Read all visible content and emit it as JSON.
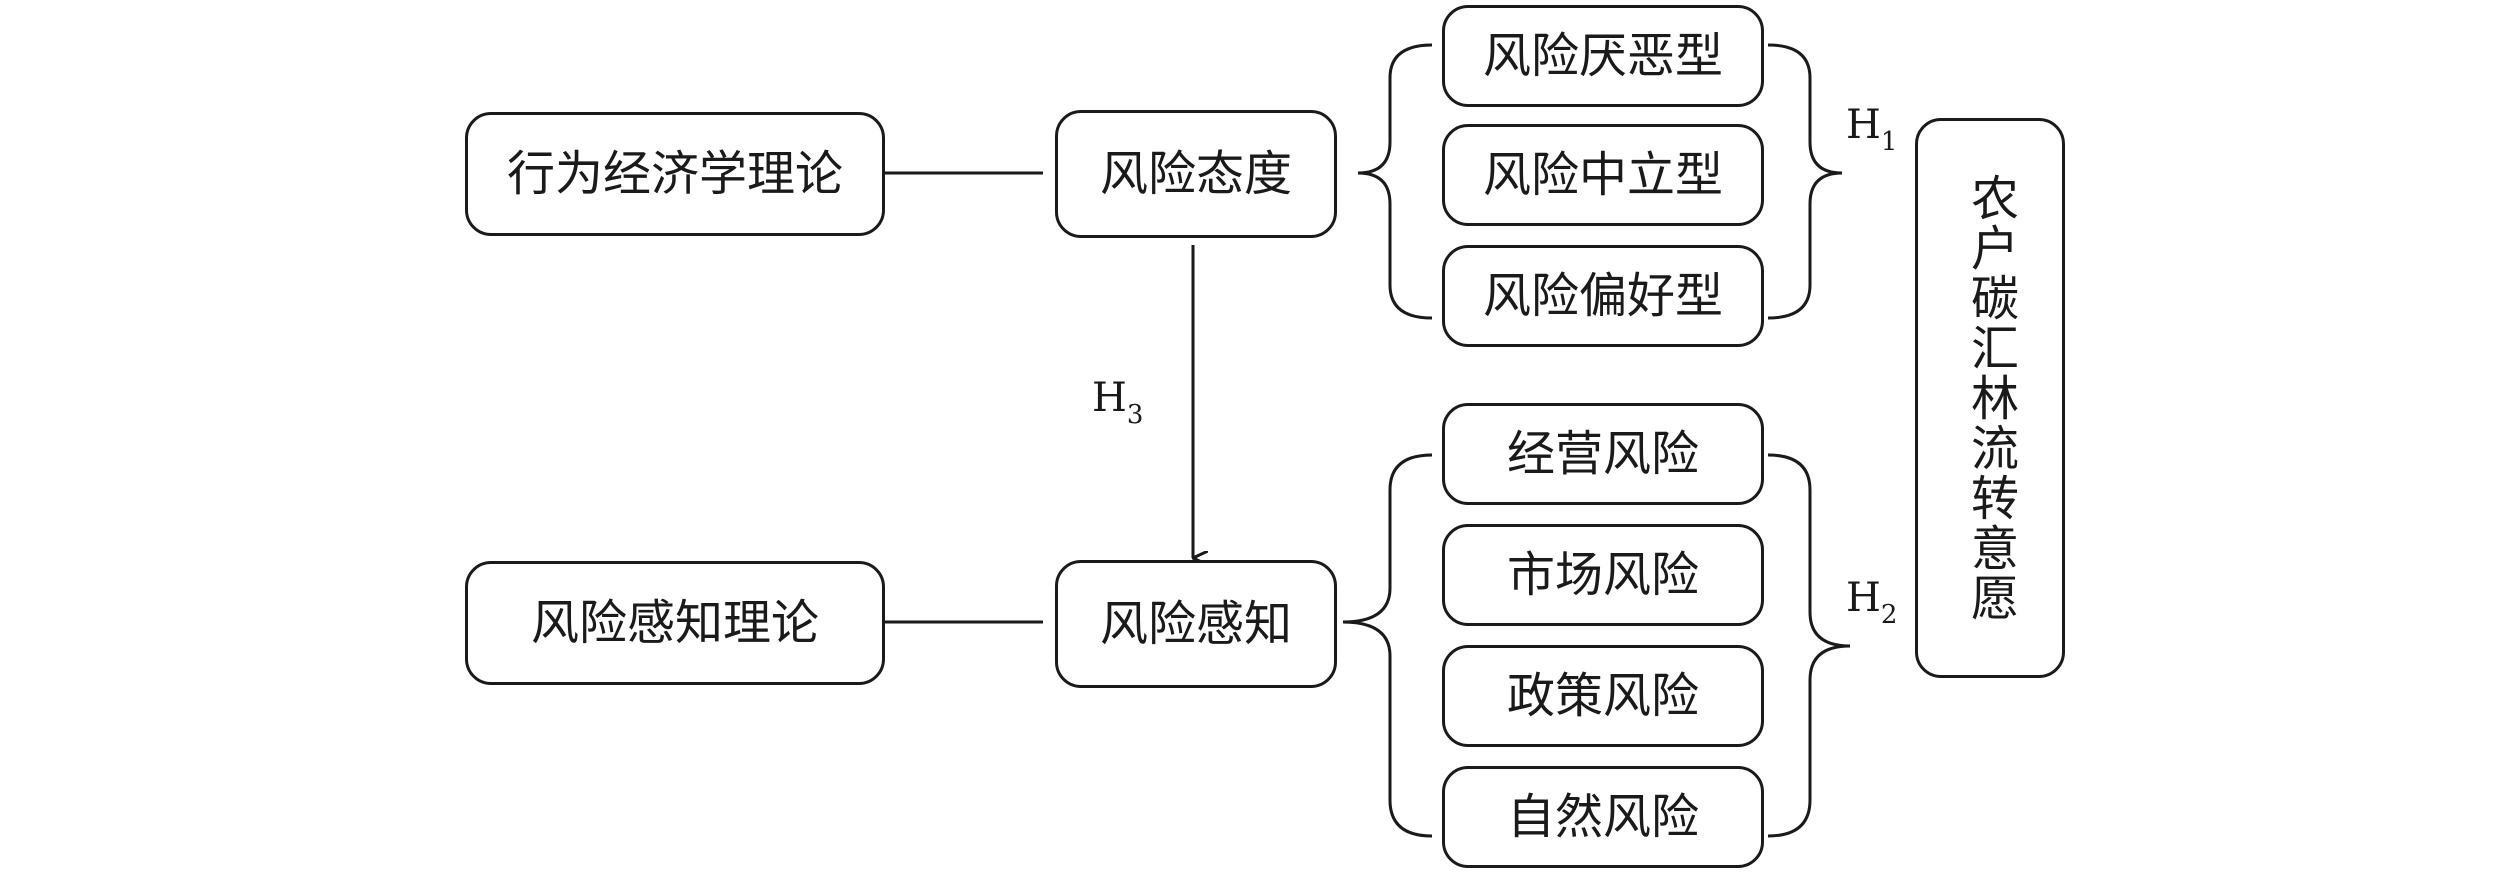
{
  "theories": {
    "behavioral_economics": "行为经济学理论",
    "risk_perception_theory": "风险感知理论"
  },
  "constructs": {
    "risk_attitude": "风险态度",
    "risk_perception": "风险感知"
  },
  "attitude_types": [
    "风险厌恶型",
    "风险中立型",
    "风险偏好型"
  ],
  "perception_types": [
    "经营风险",
    "市场风险",
    "政策风险",
    "自然风险"
  ],
  "outcome": "农户碳汇林流转意愿",
  "hypotheses": {
    "h1": {
      "main": "H",
      "sub": "1"
    },
    "h2": {
      "main": "H",
      "sub": "2"
    },
    "h3": {
      "main": "H",
      "sub": "3"
    }
  }
}
